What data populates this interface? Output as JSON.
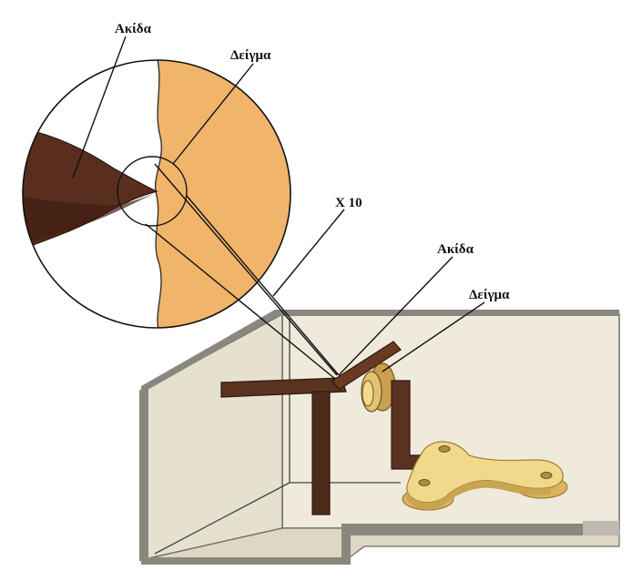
{
  "labels": {
    "tip_zoom": "Ακίδα",
    "sample_zoom": "Δείγμα",
    "magnification": "X 10",
    "tip": "Ακίδα",
    "sample": "Δείγμα"
  },
  "colors": {
    "background": "#ffffff",
    "sample_fill": "#f0b46a",
    "tip_fill": "#5a2e1e",
    "holder_fill": "#4e2a18",
    "box_wall": "#ece7d8",
    "box_floor": "#e2dcca",
    "box_edge": "#7d7a72",
    "stage_fill": "#f1d98a",
    "stage_edge": "#b89a45",
    "line": "#111111"
  }
}
